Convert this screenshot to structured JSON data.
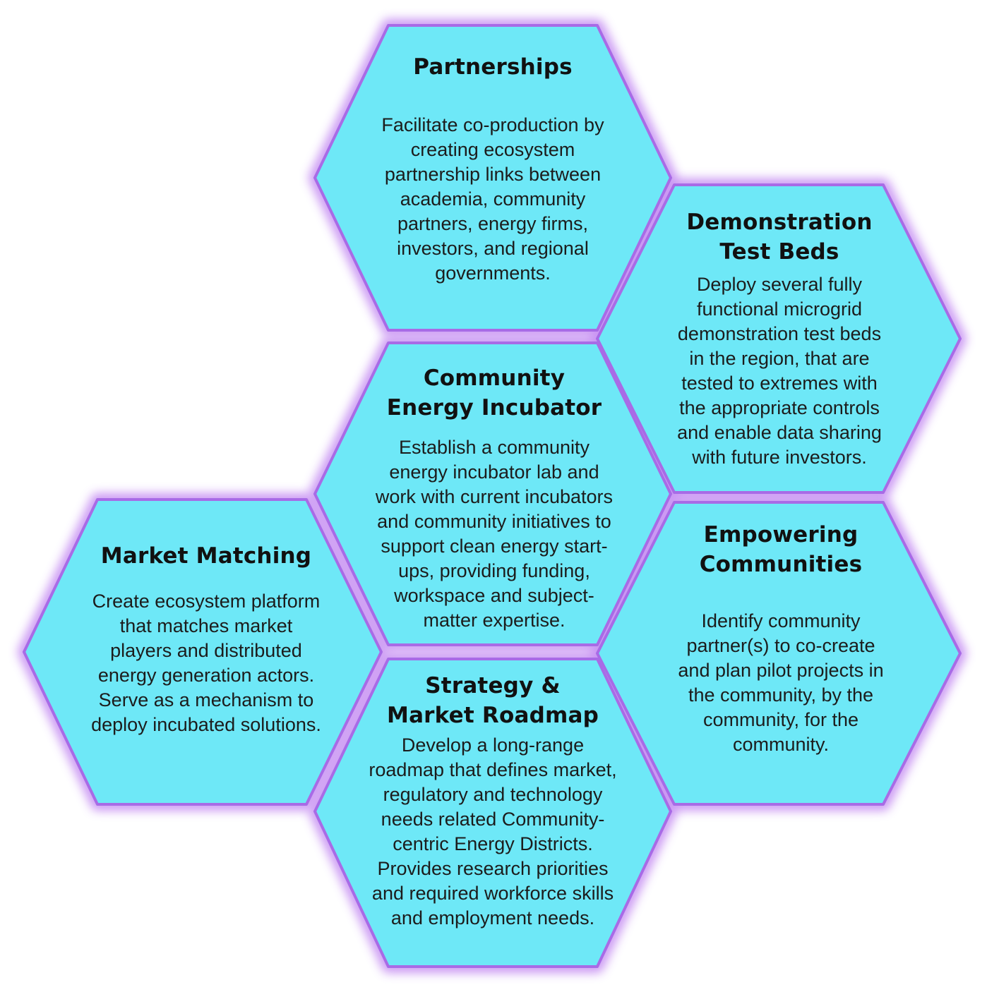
{
  "colors": {
    "hex_fill": "#6ee8f7",
    "hex_glow": "#c58cf2",
    "hex_edge": "#a86be6",
    "text": "#111111"
  },
  "hexagons": {
    "partnerships": {
      "title_lines": [
        "Partnerships"
      ],
      "body_lines": [
        "Facilitate co-production by",
        "creating ecosystem",
        "partnership links between",
        "academia, community",
        "partners, energy firms,",
        "investors, and regional",
        "governments."
      ]
    },
    "demonstration": {
      "title_lines": [
        "Demonstration",
        "Test Beds"
      ],
      "body_lines": [
        "Deploy several fully",
        "functional microgrid",
        "demonstration test beds",
        "in the region, that are",
        "tested to extremes with",
        "the appropriate controls",
        "and enable data sharing",
        "with future investors."
      ]
    },
    "incubator": {
      "title_lines": [
        "Community",
        "Energy Incubator"
      ],
      "body_lines": [
        "Establish a community",
        "energy incubator lab and",
        "work with current incubators",
        "and community initiatives to",
        "support clean energy start-",
        "ups, providing funding,",
        "workspace and subject-",
        "matter expertise."
      ]
    },
    "market_matching": {
      "title_lines": [
        "Market Matching"
      ],
      "body_lines": [
        "Create ecosystem platform",
        "that matches market",
        "players and distributed",
        "energy generation actors.",
        "Serve as a mechanism to",
        "deploy incubated solutions."
      ]
    },
    "empowering": {
      "title_lines": [
        "Empowering",
        "Communities"
      ],
      "body_lines": [
        "Identify community",
        "partner(s) to co-create",
        "and plan pilot projects in",
        "the community, by the",
        "community, for the",
        "community."
      ]
    },
    "strategy": {
      "title_lines": [
        "Strategy &",
        "Market Roadmap"
      ],
      "body_lines": [
        "Develop a long-range",
        "roadmap that defines market,",
        "regulatory and technology",
        "needs related Community-",
        "centric Energy Districts.",
        "Provides research priorities",
        "and required workforce skills",
        "and employment needs."
      ]
    }
  }
}
